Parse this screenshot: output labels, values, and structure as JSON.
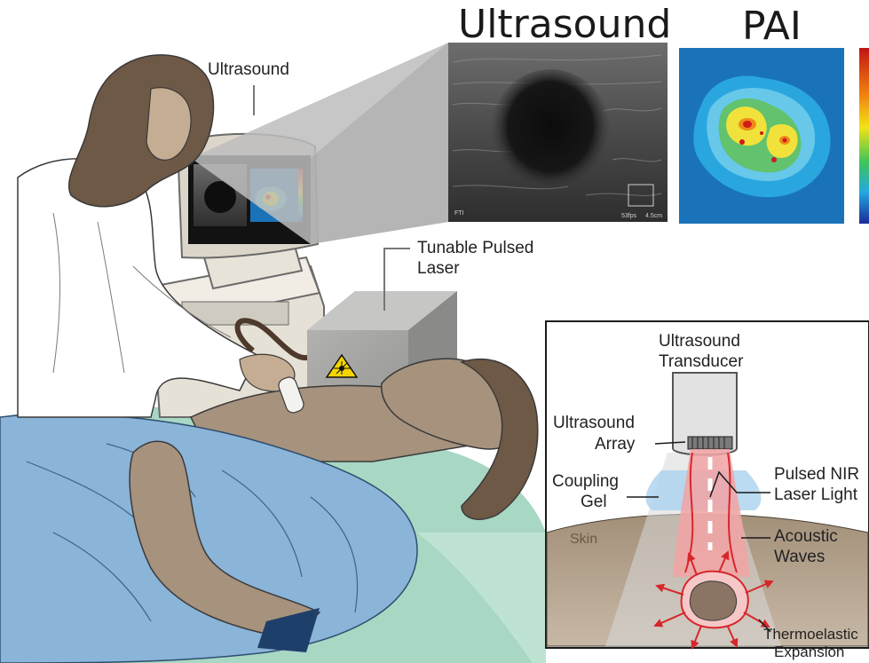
{
  "headings": {
    "ultrasound": "Ultrasound",
    "pai": "PAI"
  },
  "labels": {
    "ultrasound_machine": "Ultrasound",
    "laser_line1": "Tunable Pulsed",
    "laser_line2": "Laser",
    "transducer_line1": "Ultrasound",
    "transducer_line2": "Transducer",
    "array_line1": "Ultrasound",
    "array_line2": "Array",
    "gel_line1": "Coupling",
    "gel_line2": "Gel",
    "nir_line1": "Pulsed NIR",
    "nir_line2": "Laser Light",
    "skin": "Skin",
    "acoustic_line1": "Acoustic",
    "acoustic_line2": "Waves",
    "thermo_line1": "Thermoelastic",
    "thermo_line2": "Expansion"
  },
  "us_image_text": {
    "fps": "53fps",
    "depth": "4.5cm",
    "corner": "FTI"
  },
  "colors": {
    "skin": "#a6927d",
    "blanket": "#8ab4d8",
    "sheet": "#a8d7c4",
    "pai_bg": "#1a73b8",
    "laser_box": "#9a9a98",
    "nir_light": "#f2a3a3",
    "arrows": "#d7262b",
    "gel": "#a9d2ee"
  },
  "icons": [
    "laser-warning-icon"
  ]
}
